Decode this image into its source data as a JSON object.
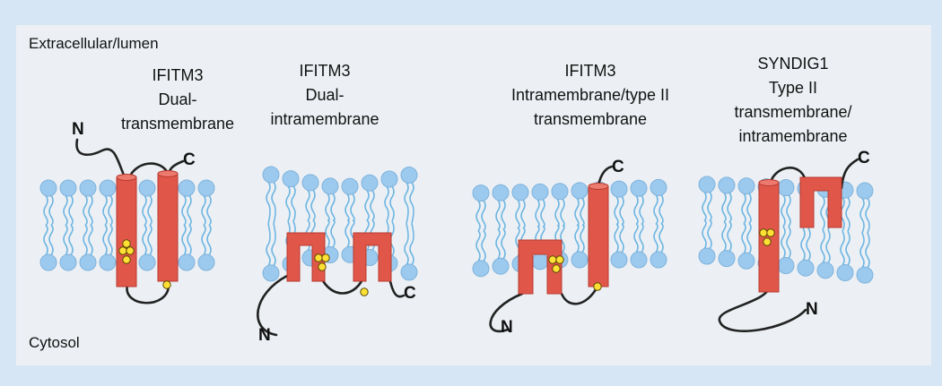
{
  "regions": {
    "top": "Extracellular/lumen",
    "bottom": "Cytosol"
  },
  "panels": [
    {
      "title_lines": [
        "IFITM3",
        "Dual-",
        "transmembrane"
      ],
      "n_label": "N",
      "c_label": "C"
    },
    {
      "title_lines": [
        "IFITM3",
        "Dual-",
        "intramembrane"
      ],
      "n_label": "N",
      "c_label": "C"
    },
    {
      "title_lines": [
        "IFITM3",
        "Intramembrane/type II",
        "transmembrane"
      ],
      "n_label": "N",
      "c_label": "C"
    },
    {
      "title_lines": [
        "SYNDIG1",
        "Type II",
        "transmembrane/",
        "intramembrane"
      ],
      "n_label": "N",
      "c_label": "C"
    }
  ],
  "colors": {
    "background": "#d6e6f5",
    "panel": "#ecf0f4",
    "helix": "#e0574a",
    "helix_edge": "#b93a2f",
    "lipid_head": "#9cc9ee",
    "lipid_tail": "#6fb6e2",
    "palmitoyl": "#ffe135"
  }
}
